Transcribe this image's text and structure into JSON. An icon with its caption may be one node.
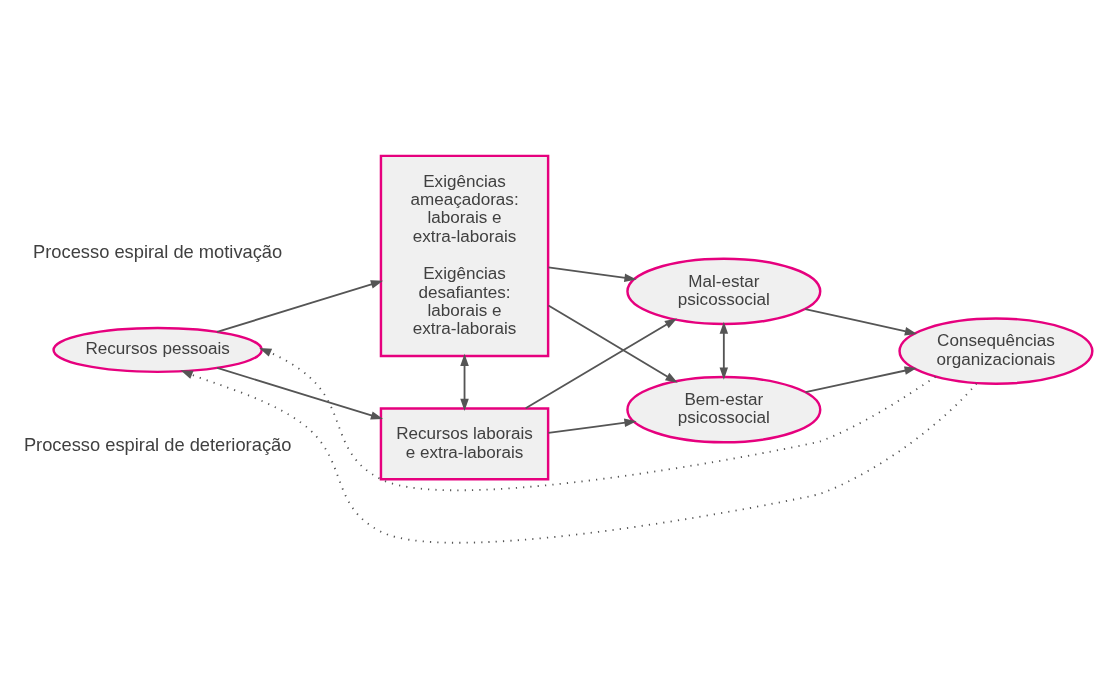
{
  "diagram": {
    "nodes": [
      {
        "text": [
          "Recursos pessoais"
        ]
      },
      {
        "text": [
          "Exigências ameaçadoras: laborais e extra-laborais",
          "Exigências desafiantes: laborais e extra-laborais"
        ]
      },
      {
        "text": [
          "Recursos laborais e extra-laborais"
        ]
      },
      {
        "text": [
          "Mal-estar psicossocial"
        ]
      },
      {
        "text": [
          "Bem-estar psicossocial"
        ]
      },
      {
        "text": [
          "Consequências organizacionais"
        ]
      }
    ],
    "edges": [
      {
        "from": 0,
        "to": 1,
        "arrow": "to"
      },
      {
        "from": 0,
        "to": 2,
        "arrow": "to"
      },
      {
        "from": 1,
        "to": 2,
        "arrow": "both"
      },
      {
        "from": 1,
        "to": 3,
        "arrow": "to"
      },
      {
        "from": 1,
        "to": 4,
        "arrow": "to"
      },
      {
        "from": 2,
        "to": 3,
        "arrow": "to"
      },
      {
        "from": 2,
        "to": 4,
        "arrow": "to"
      },
      {
        "from": 3,
        "to": 4,
        "arrow": "both"
      },
      {
        "from": 3,
        "to": 5,
        "arrow": "to"
      },
      {
        "from": 4,
        "to": 5,
        "arrow": "to"
      },
      {
        "from": 5,
        "to": 0,
        "arrow": "to",
        "style": "dashed"
      },
      {
        "from": 5,
        "to": 0,
        "arrow": "to",
        "style": "dashed"
      }
    ],
    "labels": [
      "Processo espiral de deterioração",
      "Processo espiral de motivação"
    ]
  }
}
